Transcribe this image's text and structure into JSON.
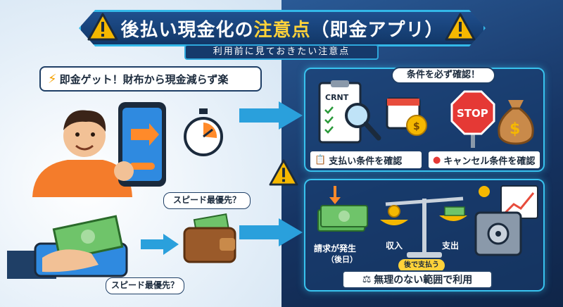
{
  "title": {
    "main_prefix": "後払い現金化の",
    "main_highlight": "注意点",
    "main_suffix": "（即金アプリ）",
    "subtitle": "利用前に見ておきたい注意点"
  },
  "left": {
    "bubble_text": "即金ゲット！財布から現金減らず楽",
    "speed_label_1": "スピード最優先？",
    "speed_label_2": "スピード最優先？"
  },
  "right_top": {
    "tag": "条件を必ず確認！",
    "contract_text": "CRNT",
    "stop_text": "STOP",
    "chip_payment": "支払い条件を確認",
    "chip_cancel": "キャンセル条件を確認"
  },
  "right_bottom": {
    "billing": "請求が発生",
    "billing_sub": "（後日）",
    "receive": "収入",
    "expense": "支出",
    "later_pay": "後で支払う",
    "final": "無理のない範囲で利用"
  },
  "colors": {
    "accent": "#38c2ee",
    "highlight": "#ffd23a",
    "navy": "#163a6b",
    "warning": "#f5b800"
  }
}
